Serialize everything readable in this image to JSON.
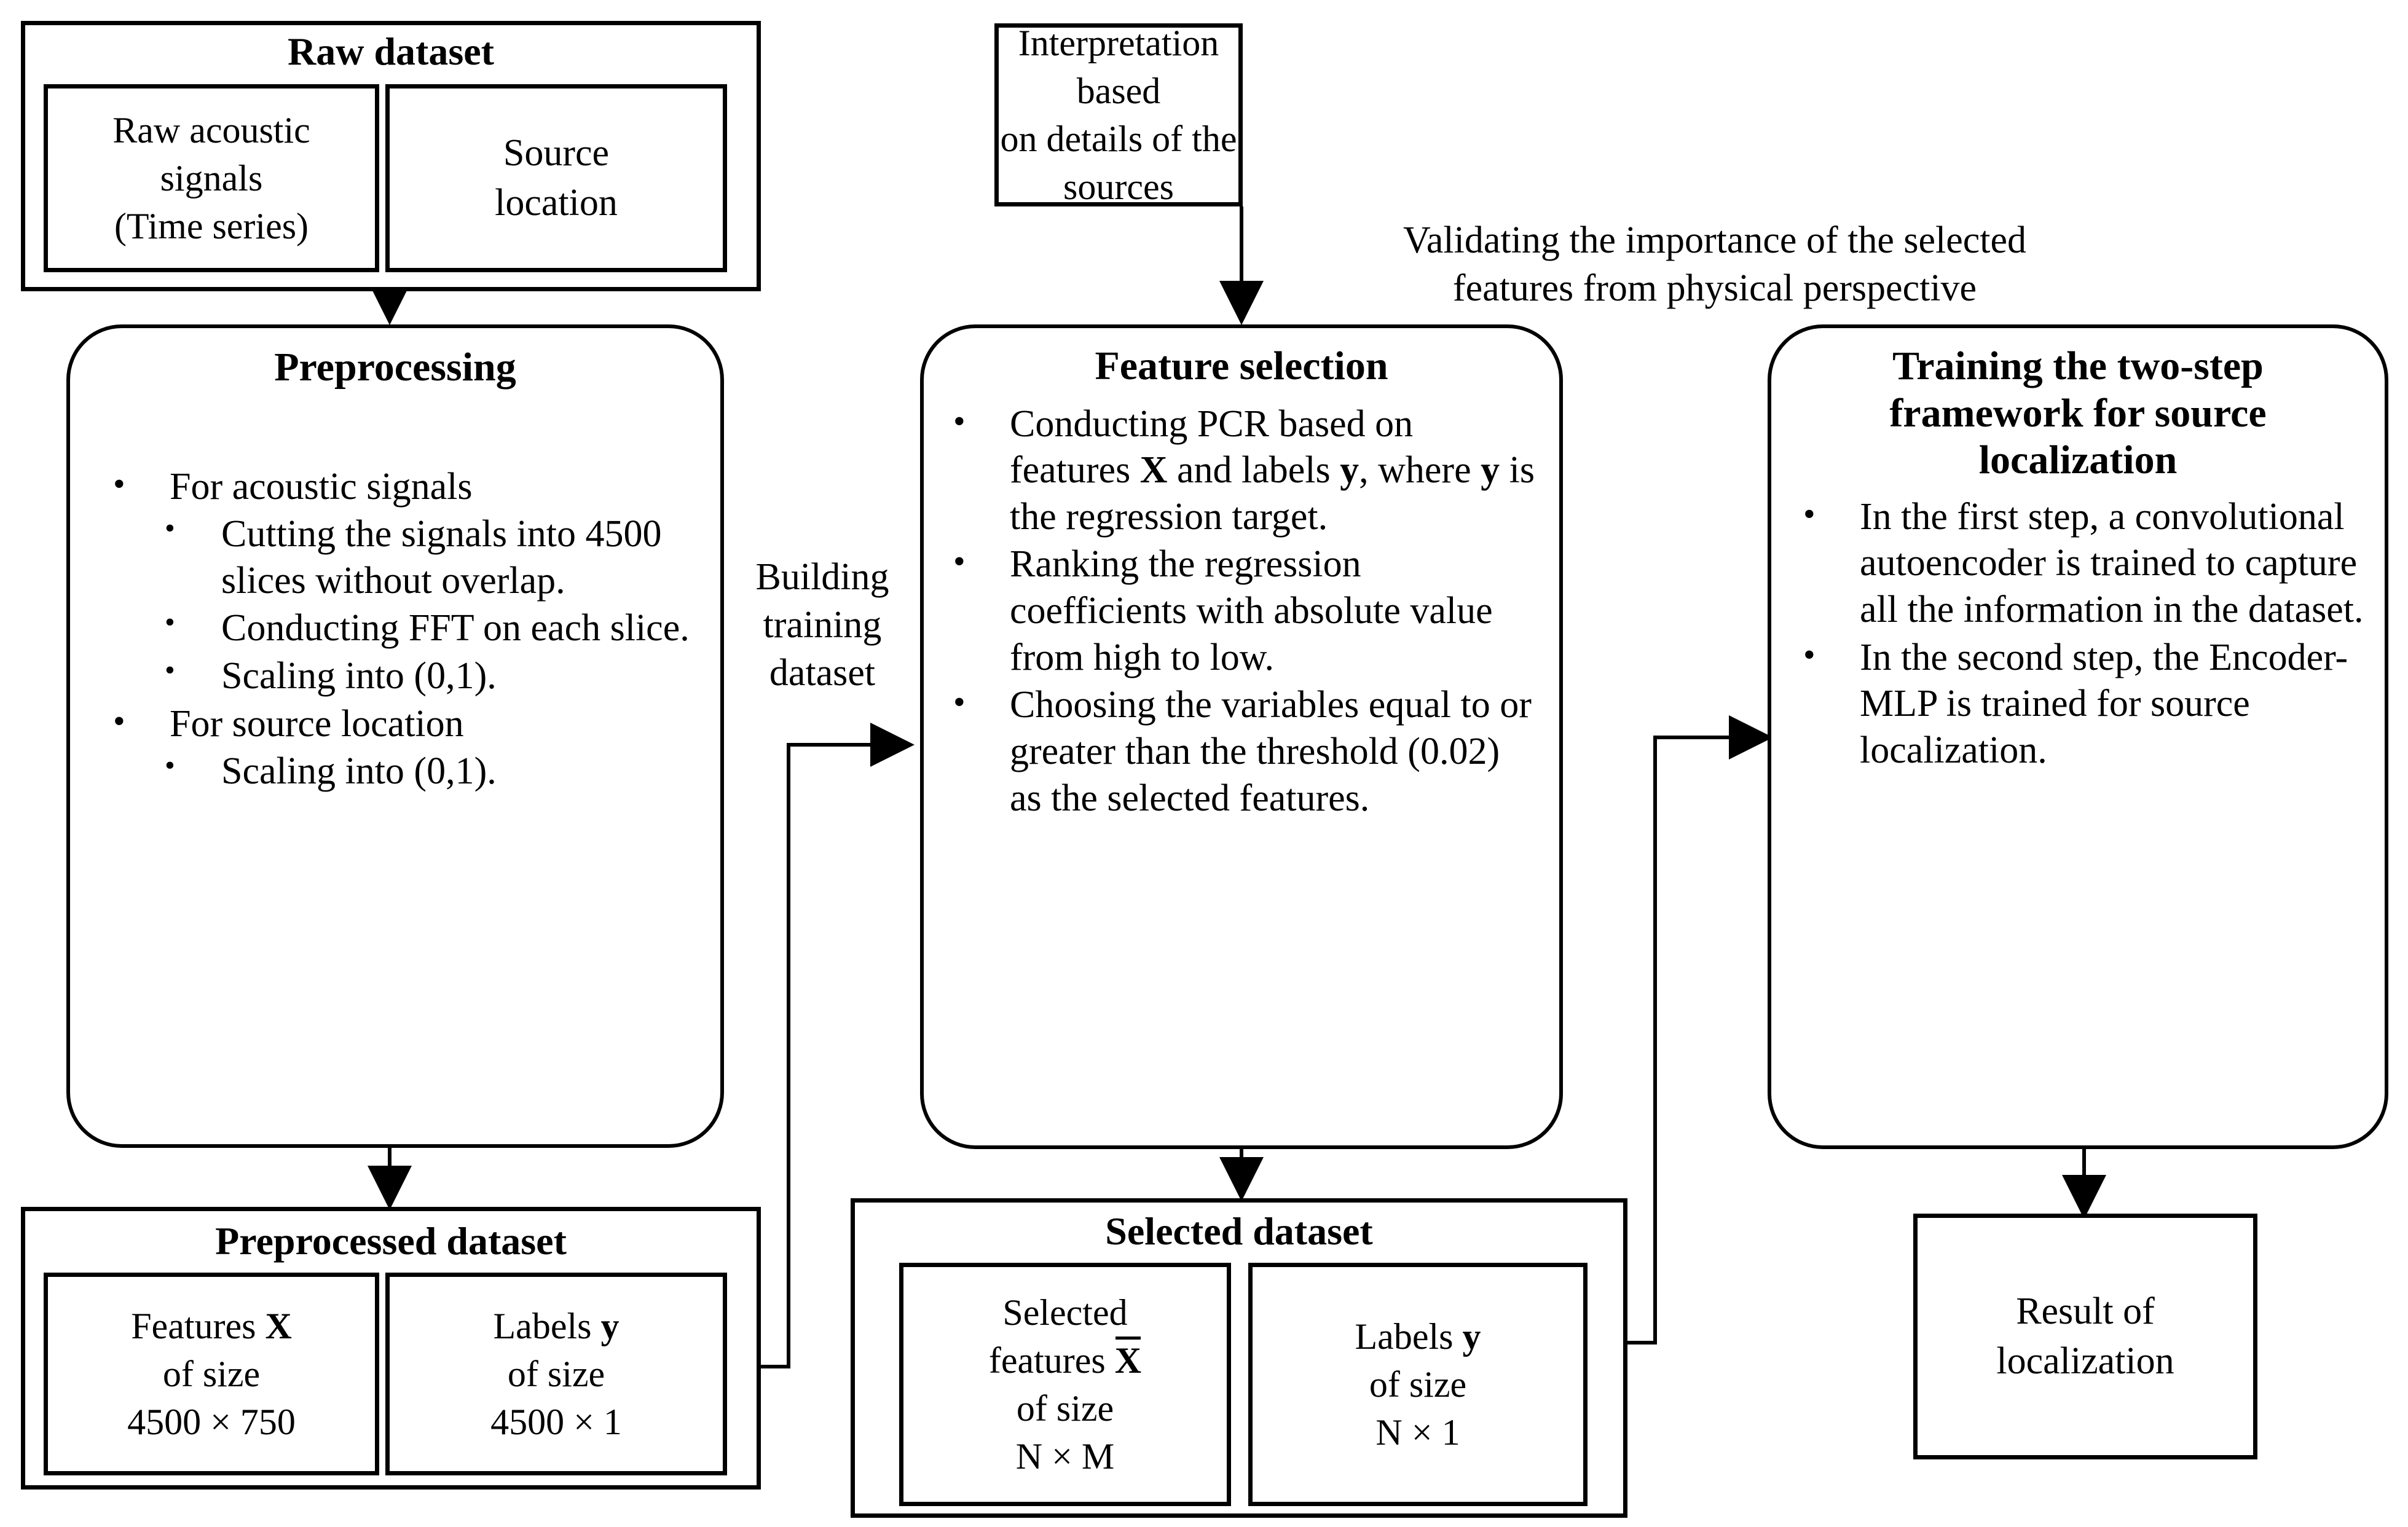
{
  "diagram": {
    "title": "Two-step framework for acoustic source localization workflow",
    "nodes": {
      "raw_dataset": {
        "title": "Raw dataset",
        "sub_boxes": [
          {
            "lines": "Raw acoustic\nsignals\n(Time series)"
          },
          {
            "lines": "Source\nlocation"
          }
        ]
      },
      "interpretation": {
        "text": "Interpretation based\non details of the\nsources"
      },
      "preprocessing": {
        "title": "Preprocessing",
        "bullets": [
          {
            "level": 1,
            "text": "For acoustic signals"
          },
          {
            "level": 2,
            "text": "Cutting the signals into 4500 slices without overlap."
          },
          {
            "level": 2,
            "text": "Conducting FFT on each slice."
          },
          {
            "level": 2,
            "text": "Scaling into (0,1)."
          },
          {
            "level": 1,
            "text": "For source location"
          },
          {
            "level": 2,
            "text": "Scaling into (0,1)."
          }
        ]
      },
      "feature_selection": {
        "title": "Feature selection",
        "bullets": [
          {
            "level": 1,
            "html": "Conducting PCR based on features <b>X</b> and labels <b>y</b>, where <b>y</b> is the regression target."
          },
          {
            "level": 1,
            "html": "Ranking the regression coefficients with absolute value from high to low."
          },
          {
            "level": 1,
            "html": "Choosing the variables equal to or greater than the threshold (0.02) as the selected features."
          }
        ]
      },
      "training": {
        "title": "Training the two-step framework for source localization",
        "bullets": [
          {
            "level": 1,
            "text": "In the first step, a convolutional autoencoder is trained to capture all the information in the dataset."
          },
          {
            "level": 1,
            "text": "In the second step, the Encoder-MLP  is trained for source localization."
          }
        ]
      },
      "preprocessed_dataset": {
        "title": "Preprocessed dataset",
        "sub_boxes": [
          {
            "name": "features",
            "line1": "Features",
            "symbol": "X",
            "line2": "of size",
            "line3": "4500 × 750"
          },
          {
            "name": "labels",
            "line1": "Labels",
            "symbol": "y",
            "line2": "of size",
            "line3": "4500 × 1"
          }
        ]
      },
      "selected_dataset": {
        "title": "Selected dataset",
        "sub_boxes": [
          {
            "name": "selected-features",
            "line1": "Selected",
            "line2": "features",
            "symbol": "X",
            "symbol_overline": true,
            "line3": "of size",
            "line4": "N × M"
          },
          {
            "name": "labels",
            "line1": "Labels",
            "symbol": "y",
            "line3": "of size",
            "line4": "N × 1"
          }
        ]
      },
      "result": {
        "text": "Result of\nlocalization"
      }
    },
    "edge_labels": {
      "building_training_dataset": "Building\ntraining\ndataset",
      "validating": "Validating the importance of the selected\nfeatures from physical perspective"
    },
    "style": {
      "line_color": "#000000",
      "background": "#ffffff",
      "text_color": "#000000"
    }
  }
}
